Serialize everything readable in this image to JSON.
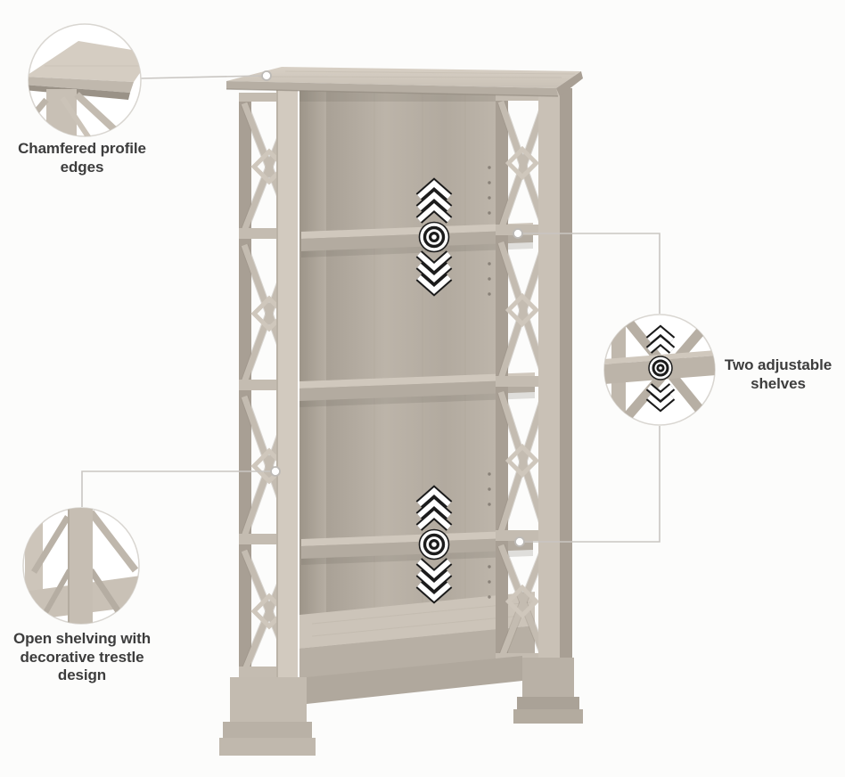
{
  "figure": {
    "alt": "Driftwood gray 4 shelf bookcase with open trestle sides, shown with three feature callouts"
  },
  "callouts": [
    {
      "id": "chamfered-edges",
      "label": "Chamfered profile edges"
    },
    {
      "id": "adjustable-shelves",
      "label": "Two adjustable shelves"
    },
    {
      "id": "trestle-design",
      "label": "Open shelving with decorative trestle design"
    }
  ],
  "icons": {
    "shelf_up": "chevrons-up-icon",
    "shelf_down": "chevrons-down-icon",
    "shelf_pivot": "bullseye-target-icon",
    "callout_point": "circle-marker-icon"
  },
  "colors": {
    "background": "#fcfcfb",
    "label_text": "#3d3d3d",
    "connector": "#c9c6c2",
    "wood_light": "#d2cabf",
    "wood_mid": "#c4bcb1",
    "wood_dark": "#a89f94",
    "wood_deep": "#948c81",
    "indicator_dark": "#1b1b1b",
    "indicator_light": "#ffffff",
    "bubble_border": "#d9d6d1"
  }
}
